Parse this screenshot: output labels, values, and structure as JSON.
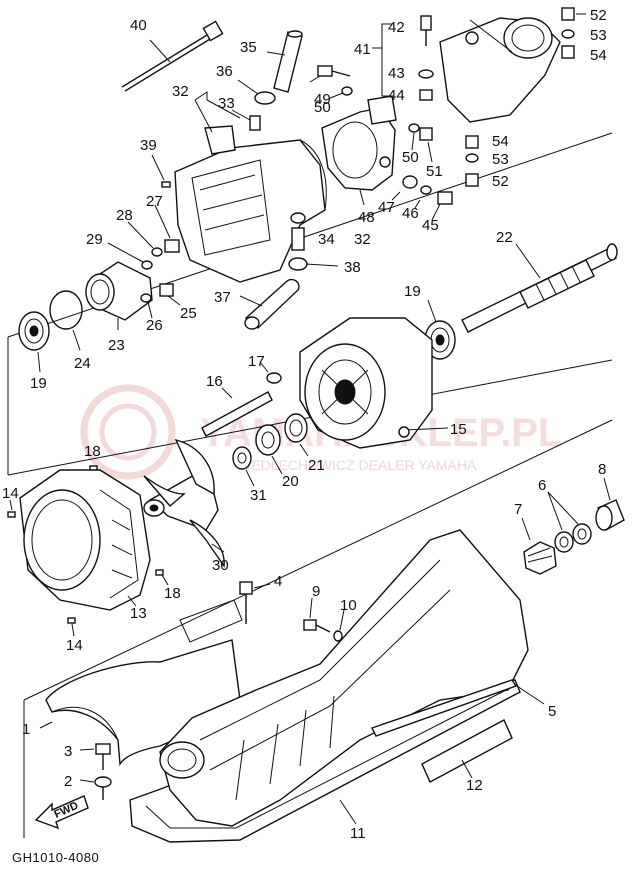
{
  "diagram": {
    "code": "GH1010-4080",
    "forward_label": "FWD",
    "watermark": {
      "main": "YAMAHASKLEP.PL",
      "sub": "WEDŁECHOWICZ DEALER YAMAHA"
    },
    "callouts": {
      "n1": "1",
      "n2": "2",
      "n3": "3",
      "n4": "4",
      "n5": "5",
      "n6": "6",
      "n7": "7",
      "n8": "8",
      "n9": "9",
      "n10": "10",
      "n11": "11",
      "n12": "12",
      "n13": "13",
      "n14a": "14",
      "n14b": "14",
      "n15": "15",
      "n16": "16",
      "n17": "17",
      "n18a": "18",
      "n18b": "18",
      "n19a": "19",
      "n19b": "19",
      "n20": "20",
      "n21": "21",
      "n22": "22",
      "n23": "23",
      "n24": "24",
      "n25": "25",
      "n26": "26",
      "n27": "27",
      "n28": "28",
      "n29": "29",
      "n30": "30",
      "n31": "31",
      "n32a": "32",
      "n32b": "32",
      "n33": "33",
      "n34": "34",
      "n35": "35",
      "n36": "36",
      "n37": "37",
      "n38": "38",
      "n39": "39",
      "n40": "40",
      "n41": "41",
      "n42": "42",
      "n43": "43",
      "n44": "44",
      "n45": "45",
      "n46": "46",
      "n47": "47",
      "n48": "48",
      "n49": "49",
      "n50a": "50",
      "n50b": "50",
      "n51": "51",
      "n52a": "52",
      "n52b": "52",
      "n53a": "53",
      "n53b": "53",
      "n54a": "54",
      "n54b": "54"
    }
  }
}
